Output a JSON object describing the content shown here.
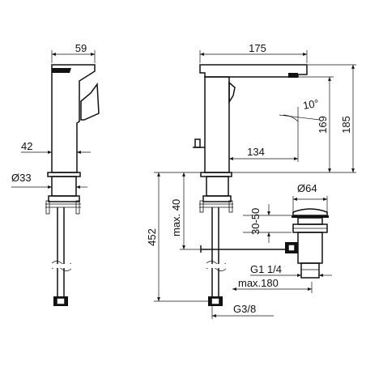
{
  "labels": {
    "spout_depth": "59",
    "spout_length": "175",
    "tilt_angle": "10°",
    "height_spout": "169",
    "height_total": "185",
    "body_width": "42",
    "reach": "134",
    "base_diameter": "Ø33",
    "waste_diameter": "Ø64",
    "waste_adjust": "30-50",
    "max_depth": "max. 40",
    "hose_length": "452",
    "waste_thread": "G1 1/4",
    "waste_reach": "max.180",
    "supply_thread": "G3/8"
  }
}
